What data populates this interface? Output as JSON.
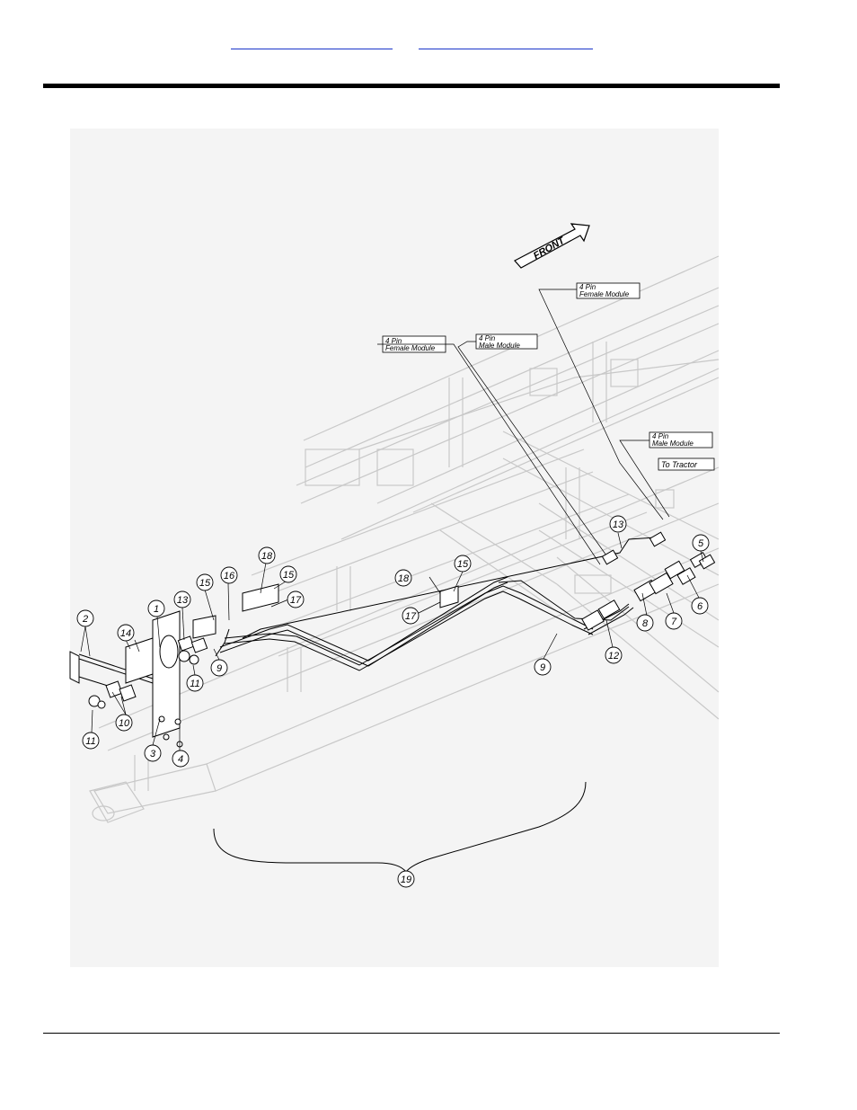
{
  "header": {
    "links": [
      {
        "text": ""
      },
      {
        "text": ""
      }
    ]
  },
  "diagram": {
    "direction_label": "FRONT",
    "module_labels": {
      "female_left_line1": "4 Pin",
      "female_left_line2": "Female Module",
      "male_left_line1": "4 Pin",
      "male_left_line2": "Male Module",
      "female_right_line1": "4 Pin",
      "female_right_line2": "Female Module",
      "male_right_line1": "4 Pin",
      "male_right_line2": "Male Module",
      "to_tractor": "To Tractor"
    },
    "callouts": [
      "1",
      "2",
      "3",
      "4",
      "5",
      "6",
      "7",
      "8",
      "9",
      "10",
      "11",
      "12",
      "13",
      "14",
      "15",
      "16",
      "17",
      "18",
      "19"
    ]
  }
}
